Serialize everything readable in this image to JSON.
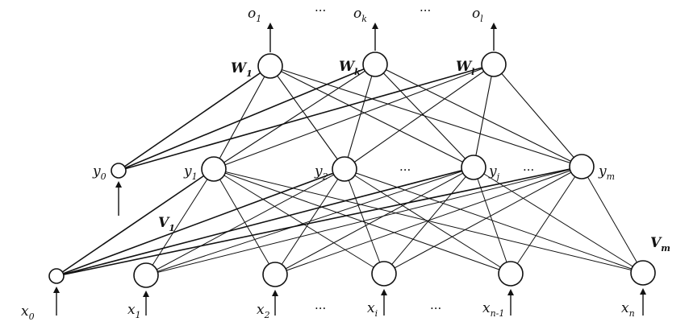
{
  "colors": {
    "line": "#111111",
    "node_fill": "#ffffff"
  },
  "output_labels": [
    {
      "base": "o",
      "sub": "1"
    },
    {
      "base": "o",
      "sub": "k"
    },
    {
      "base": "o",
      "sub": "l"
    }
  ],
  "output_weight_labels": [
    {
      "base": "W",
      "sub": "1"
    },
    {
      "base": "W",
      "sub": "k"
    },
    {
      "base": "W",
      "sub": "l"
    }
  ],
  "hidden_labels": [
    {
      "base": "y",
      "sub": "0"
    },
    {
      "base": "y",
      "sub": "1"
    },
    {
      "base": "y",
      "sub": "2"
    },
    {
      "base": "y",
      "sub": "j"
    },
    {
      "base": "y",
      "sub": "m"
    }
  ],
  "input_labels": [
    {
      "base": "x",
      "sub": "0"
    },
    {
      "base": "x",
      "sub": "1"
    },
    {
      "base": "x",
      "sub": "2"
    },
    {
      "base": "x",
      "sub": "i"
    },
    {
      "base": "x",
      "sub": "n-1"
    },
    {
      "base": "x",
      "sub": "n"
    }
  ],
  "input_weight_labels": [
    {
      "base": "V",
      "sub": "1"
    },
    {
      "base": "V",
      "sub": "m"
    }
  ],
  "ellipsis": "···"
}
